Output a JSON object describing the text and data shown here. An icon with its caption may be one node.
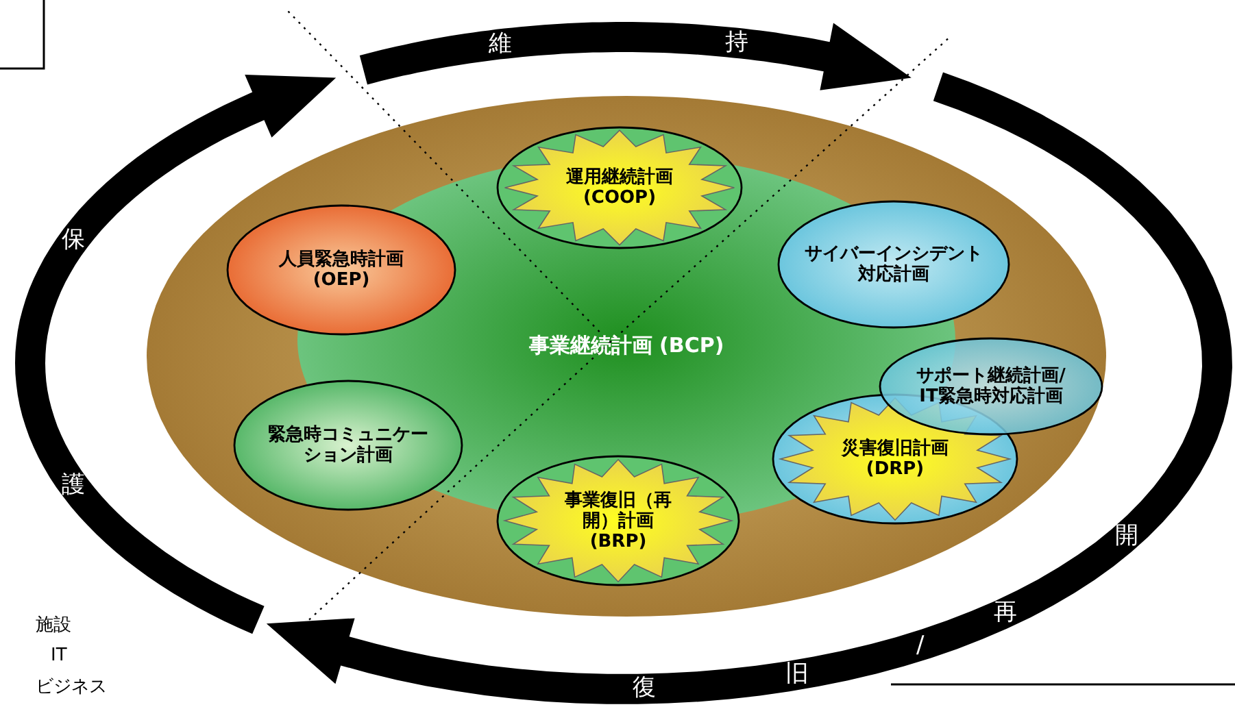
{
  "diagram": {
    "nodes": [
      {
        "text": [
          "事業継続計画 (BCP)"
        ]
      },
      {
        "text": [
          "運用継続計画 (COOP)"
        ],
        "in": 0
      },
      {
        "text": [
          "人員緊急時計画 (OEP)"
        ],
        "in": 0
      },
      {
        "text": [
          "サイバーインシデント対応計画"
        ],
        "in": 0
      },
      {
        "text": [
          "サポート継続計画/ IT緊急時対応計画"
        ],
        "in": 0
      },
      {
        "text": [
          "緊急時コミュニケーション計画"
        ],
        "in": 0
      },
      {
        "text": [
          "災害復旧計画 (DRP)"
        ],
        "in": 0
      },
      {
        "text": [
          "事業復旧（再開）計画 (BRP)"
        ],
        "in": 0
      }
    ],
    "labels": [
      "維",
      "持",
      "保",
      "護",
      "開",
      "再",
      "/",
      "旧",
      "復",
      "施設",
      "IT",
      "ビジネス"
    ]
  }
}
